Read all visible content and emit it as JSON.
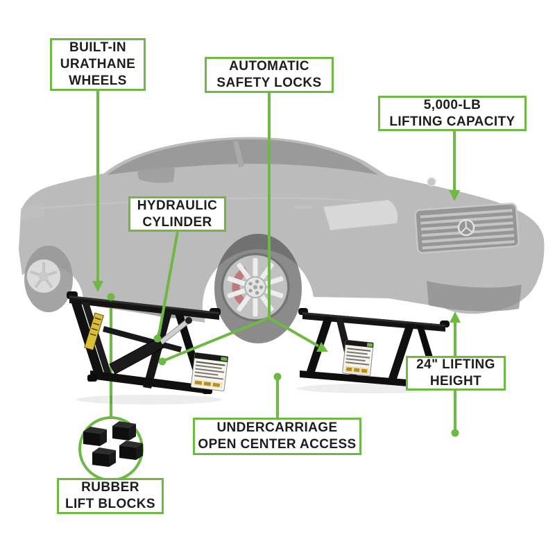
{
  "page": {
    "background": "#ffffff",
    "type": "product-feature-diagram",
    "subject": "Portable scissor car lift shown under a ghosted sedan with feature callouts"
  },
  "colors": {
    "accent_green": "#6eb844",
    "label_text": "#1d1d1d",
    "label_background": "#ffffff",
    "lift_frame_black": "#141414",
    "brake_caliper_red": "#b25757",
    "warning_sticker_yellow": "#dcbf35"
  },
  "callouts": {
    "urathane_wheels": {
      "line1": "BUILT-IN",
      "line2": "URATHANE",
      "line3": "WHEELS"
    },
    "safety_locks": {
      "line1": "AUTOMATIC",
      "line2": "SAFETY LOCKS"
    },
    "lifting_capacity": {
      "line1": "5,000-LB",
      "line2": "LIFTING CAPACITY"
    },
    "hydraulic_cylinder": {
      "line1": "HYDRAULIC",
      "line2": "CYLINDER"
    },
    "lifting_height": {
      "line1": "24\" LIFTING",
      "line2": "HEIGHT"
    },
    "undercarriage": {
      "line1": "UNDERCARRIAGE",
      "line2": "OPEN CENTER ACCESS"
    },
    "rubber_blocks": {
      "line1": "RUBBER",
      "line2": "LIFT BLOCKS"
    }
  },
  "icons": {
    "rubber_blocks_badge": "four-rubber-lift-blocks-in-green-circle"
  }
}
